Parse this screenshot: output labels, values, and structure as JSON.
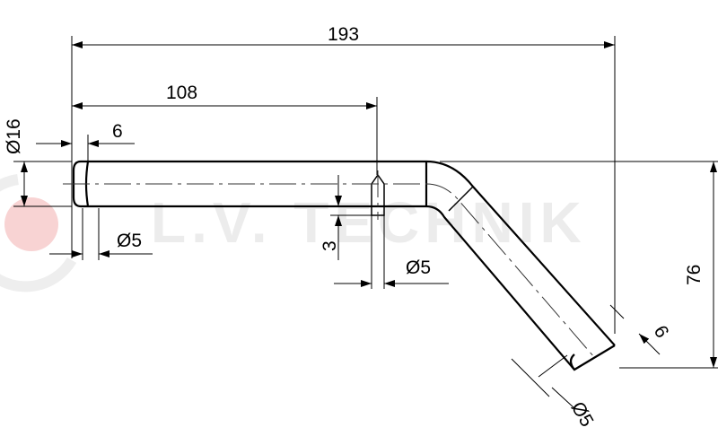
{
  "watermark": "L.V. TECHNIK",
  "dimensions": {
    "overall_length": "193",
    "pin_position": "108",
    "tube_diameter": "Ø16",
    "end_groove_offset": "6",
    "end_groove_diameter": "Ø5",
    "pin_offset": "3",
    "pin_diameter": "Ø5",
    "height": "76",
    "bent_end_groove_offset": "6",
    "bent_end_groove_diameter": "Ø5"
  },
  "colors": {
    "line": "#000000",
    "watermark": "#ececec",
    "logo": "#f6c9c9"
  }
}
